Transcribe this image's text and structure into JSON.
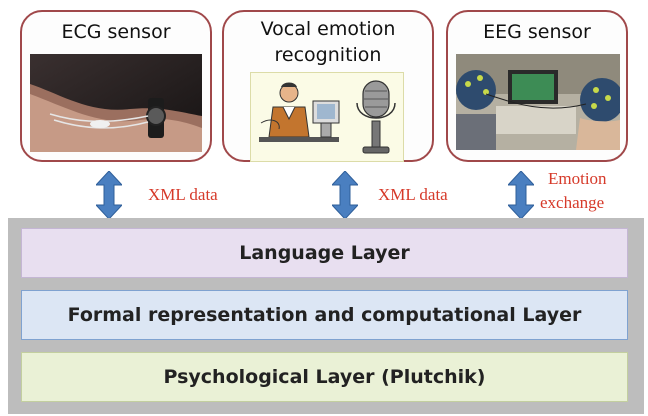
{
  "sensors": {
    "ecg": {
      "title": "ECG sensor"
    },
    "vocal": {
      "title_line1": "Vocal emotion",
      "title_line2": "recognition"
    },
    "eeg": {
      "title": "EEG sensor"
    }
  },
  "edges": {
    "left": {
      "label": "XML data"
    },
    "mid": {
      "label": "XML data"
    },
    "right": {
      "label_line1": "Emotion",
      "label_line2": "exchange"
    }
  },
  "layers": {
    "language": {
      "label": "Language Layer"
    },
    "formal": {
      "label": "Formal representation and computational Layer"
    },
    "psychological": {
      "label": "Psychological Layer (Plutchik)"
    }
  },
  "colors": {
    "box_border": "#a0484a",
    "arrow_fill": "#4a7fc0",
    "edge_label": "#d63a2a",
    "stack_bg": "#bdbdbd",
    "language_fill": "#e8dff0",
    "formal_fill": "#dce6f4",
    "psych_fill": "#eaf1d6"
  }
}
